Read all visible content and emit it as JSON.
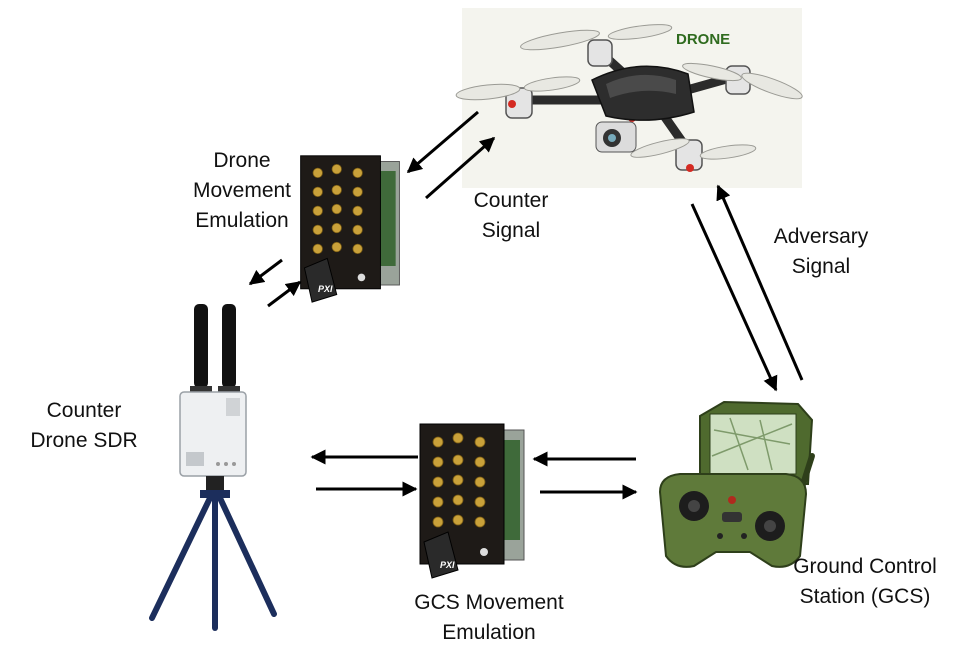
{
  "drone": {
    "tag": "DRONE",
    "tag_color": "#2f6b1f"
  },
  "labels": {
    "drone_emulation": {
      "line1": "Drone",
      "line2": "Movement",
      "line3": "Emulation"
    },
    "counter_signal": {
      "line1": "Counter",
      "line2": "Signal"
    },
    "adversary_signal": {
      "line1": "Adversary",
      "line2": "Signal"
    },
    "counter_sdr": {
      "line1": "Counter",
      "line2": "Drone SDR"
    },
    "gcs_emulation": {
      "line1": "GCS Movement",
      "line2": "Emulation"
    },
    "gcs": {
      "line1": "Ground Control",
      "line2": "Station (GCS)"
    }
  },
  "pxi": {
    "badge": "PXI"
  },
  "icons": {
    "drone": "quadcopter-drone-icon",
    "pxi_module": "pxi-module-icon",
    "sdr": "sdr-tripod-icon",
    "gcs": "ground-control-station-icon"
  },
  "colors": {
    "pxi_board": "#1e1a17",
    "connector": "#c9a13a",
    "gcs_body": "#5f7a3a",
    "tripod": "#1c2e5c",
    "arrow": "#000000"
  }
}
